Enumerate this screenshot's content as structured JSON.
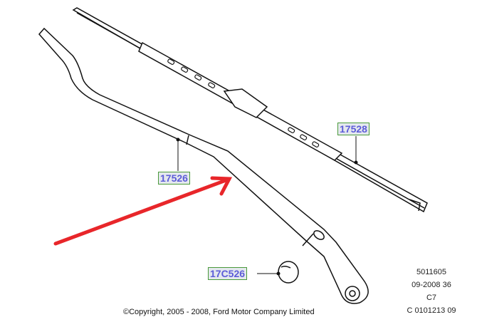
{
  "callouts": {
    "blade": "17528",
    "arm": "17526",
    "cap": "17C526"
  },
  "copyright": "©Copyright, 2005 - 2008, Ford Motor Company Limited",
  "reference": [
    "5011605",
    "09-2008 36",
    "C7",
    "C 0101213 09"
  ],
  "colors": {
    "arrow": "#e8262a",
    "label_text": "#5c5cd8",
    "label_border": "#4a9a3a"
  }
}
